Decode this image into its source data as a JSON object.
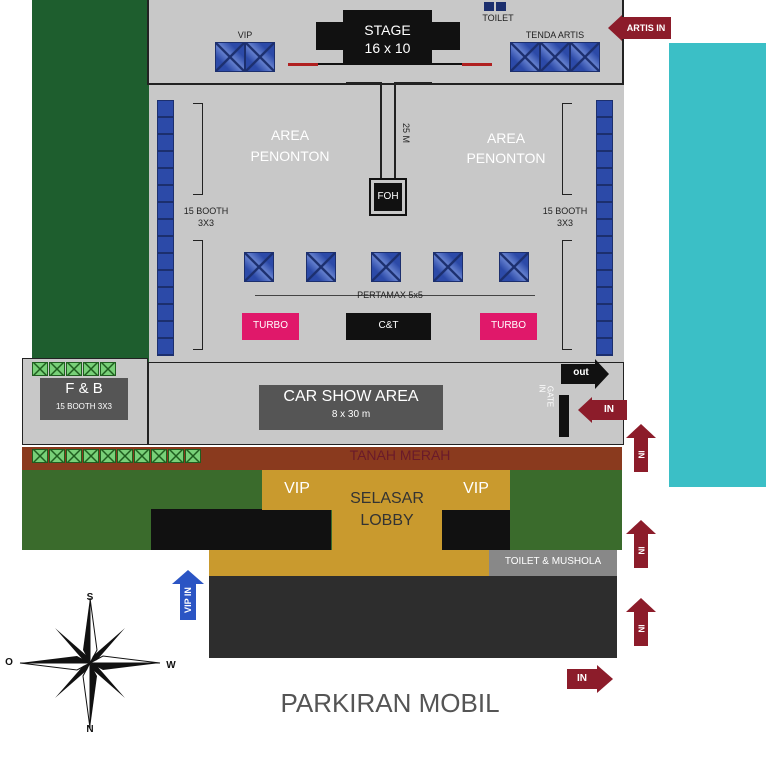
{
  "stage": {
    "title": "STAGE",
    "size": "16 x 10"
  },
  "toilet_top": "TOILET",
  "vip_top": "VIP",
  "tenda_artis": "TENDA ARTIS",
  "artis_in": "ARTIS IN",
  "area_left": [
    "AREA",
    "PENONTON"
  ],
  "area_right": [
    "AREA",
    "PENONTON"
  ],
  "distance": "25 M",
  "foh": "FOH",
  "booth_left": [
    "15 BOOTH",
    "3X3"
  ],
  "booth_right": [
    "15 BOOTH",
    "3X3"
  ],
  "pertamax": "PERTAMAX 5x5",
  "turbo_left": "TURBO",
  "turbo_right": "TURBO",
  "ct": "C&T",
  "out": "out",
  "gate": [
    "GATE",
    "IN"
  ],
  "in_gate": "IN",
  "fb": {
    "title": "F & B",
    "sub": "15 BOOTH 3X3"
  },
  "car_show": {
    "title": "CAR SHOW AREA",
    "size": "8 x 30 m"
  },
  "tanah_merah": "TANAH MERAH",
  "vip_left": "VIP",
  "vip_right": "VIP",
  "lobby": [
    "SELASAR",
    "LOBBY"
  ],
  "toilet_mushola": "TOILET & MUSHOLA",
  "vip_in": "VIP IN",
  "side_in": [
    "IN",
    "IN",
    "IN"
  ],
  "bottom_in": "IN",
  "parkiran": "PARKIRAN MOBIL",
  "compass": {
    "n": "N",
    "s": "S",
    "e": "O",
    "w": "W"
  },
  "colors": {
    "dark_green": "#1e5e2e",
    "field_green": "#3a6b2c",
    "teal": "#3bbfc6",
    "venue_gray": "#c8c8c8",
    "booth_blue": "#2c4aa8",
    "turbo_pink": "#e0186a",
    "maroon": "#8c1c2a",
    "gold": "#c99a2e",
    "tanah_merah": "#8a3a1e",
    "asphalt": "#2d2d2d"
  }
}
